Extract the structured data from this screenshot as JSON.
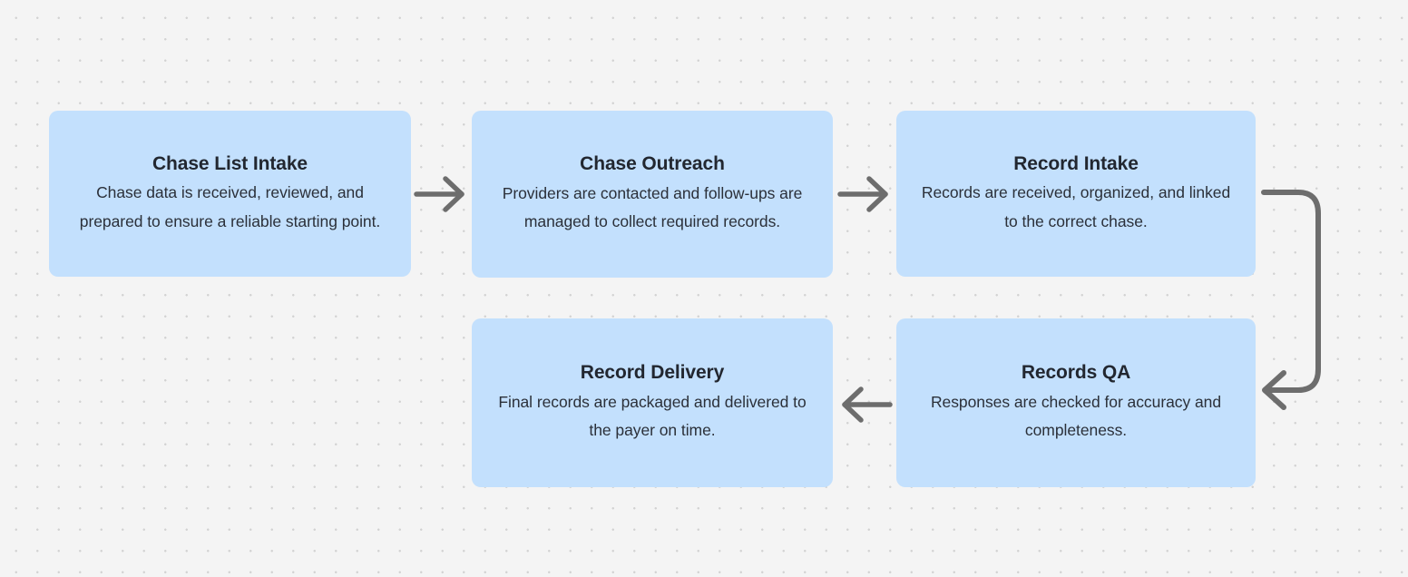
{
  "canvas": {
    "background_color": "#f4f4f4",
    "dot_color": "#d2d2d2",
    "node_fill_color": "#c3e0fd",
    "arrow_color": "#6d6d6d",
    "title_color": "#222730",
    "text_color": "#2b3039"
  },
  "diagram": {
    "type": "flowchart",
    "nodes": [
      {
        "id": "chase-list-intake",
        "title": "Chase List Intake",
        "description": "Chase data is received, reviewed, and prepared to ensure a reliable starting point."
      },
      {
        "id": "chase-outreach",
        "title": "Chase Outreach",
        "description": "Providers are contacted and follow-ups are managed to collect required records."
      },
      {
        "id": "record-intake",
        "title": "Record Intake",
        "description": "Records are received, organized, and linked to the correct chase."
      },
      {
        "id": "record-delivery",
        "title": "Record Delivery",
        "description": "Final records are packaged and delivered to the payer on time."
      },
      {
        "id": "records-qa",
        "title": "Records QA",
        "description": "Responses are checked for accuracy and completeness."
      }
    ],
    "connectors": [
      {
        "id": "conn-1",
        "from": "chase-list-intake",
        "to": "chase-outreach",
        "style": "straight",
        "direction": "right"
      },
      {
        "id": "conn-2",
        "from": "chase-outreach",
        "to": "record-intake",
        "style": "straight",
        "direction": "right"
      },
      {
        "id": "conn-3",
        "from": "record-intake",
        "to": "records-qa",
        "style": "curved-loop",
        "direction": "left"
      },
      {
        "id": "conn-4",
        "from": "records-qa",
        "to": "record-delivery",
        "style": "straight",
        "direction": "left"
      }
    ]
  }
}
